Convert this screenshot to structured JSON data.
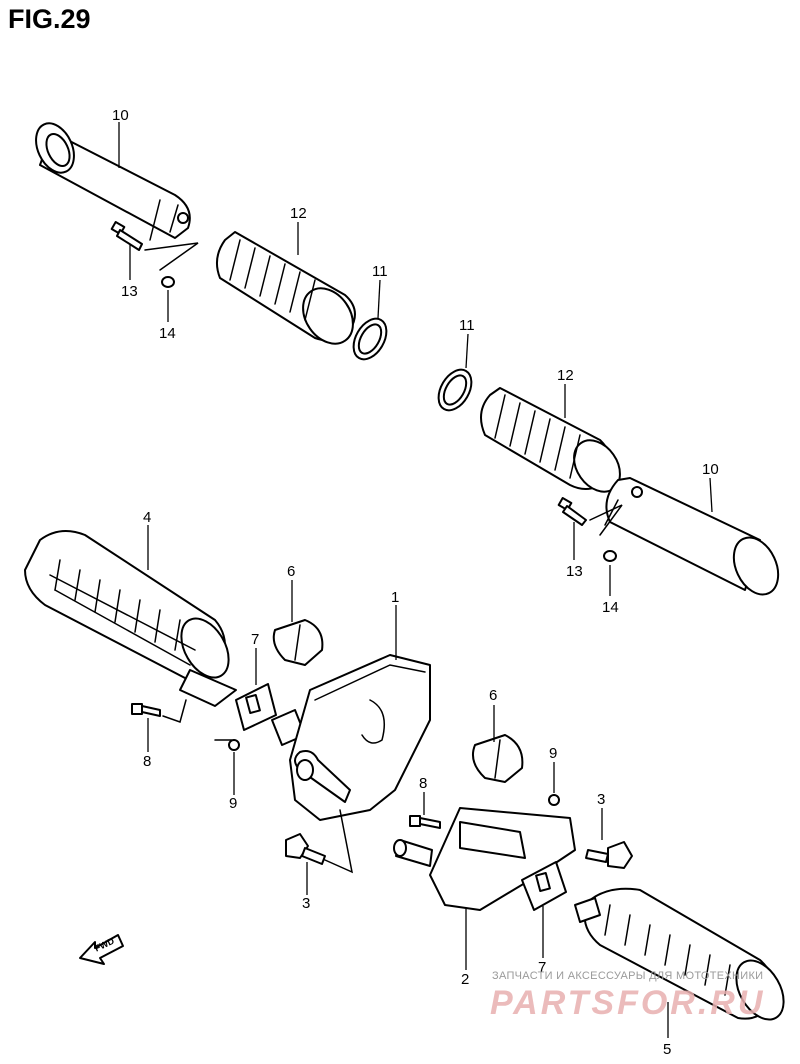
{
  "figure": {
    "title": "FIG.29"
  },
  "callouts": {
    "c10_top": "10",
    "c12_top": "12",
    "c11_top": "11",
    "c13_top": "13",
    "c14_top": "14",
    "c11_mid": "11",
    "c12_mid": "12",
    "c10_mid": "10",
    "c13_mid": "13",
    "c14_mid": "14",
    "c4": "4",
    "c6_left": "6",
    "c1": "1",
    "c7_left": "7",
    "c8_left": "8",
    "c9_left": "9",
    "c3_left": "3",
    "c6_right": "6",
    "c9_right": "9",
    "c8_right": "8",
    "c3_right": "3",
    "c7_right": "7",
    "c2": "2",
    "c5": "5"
  },
  "fwd_label": "FWD",
  "watermark": {
    "caption": "ЗАПЧАСТИ И АКСЕССУАРЫ ДЛЯ МОТОТЕХНИКИ",
    "logo": "PARTSFOR.RU"
  }
}
